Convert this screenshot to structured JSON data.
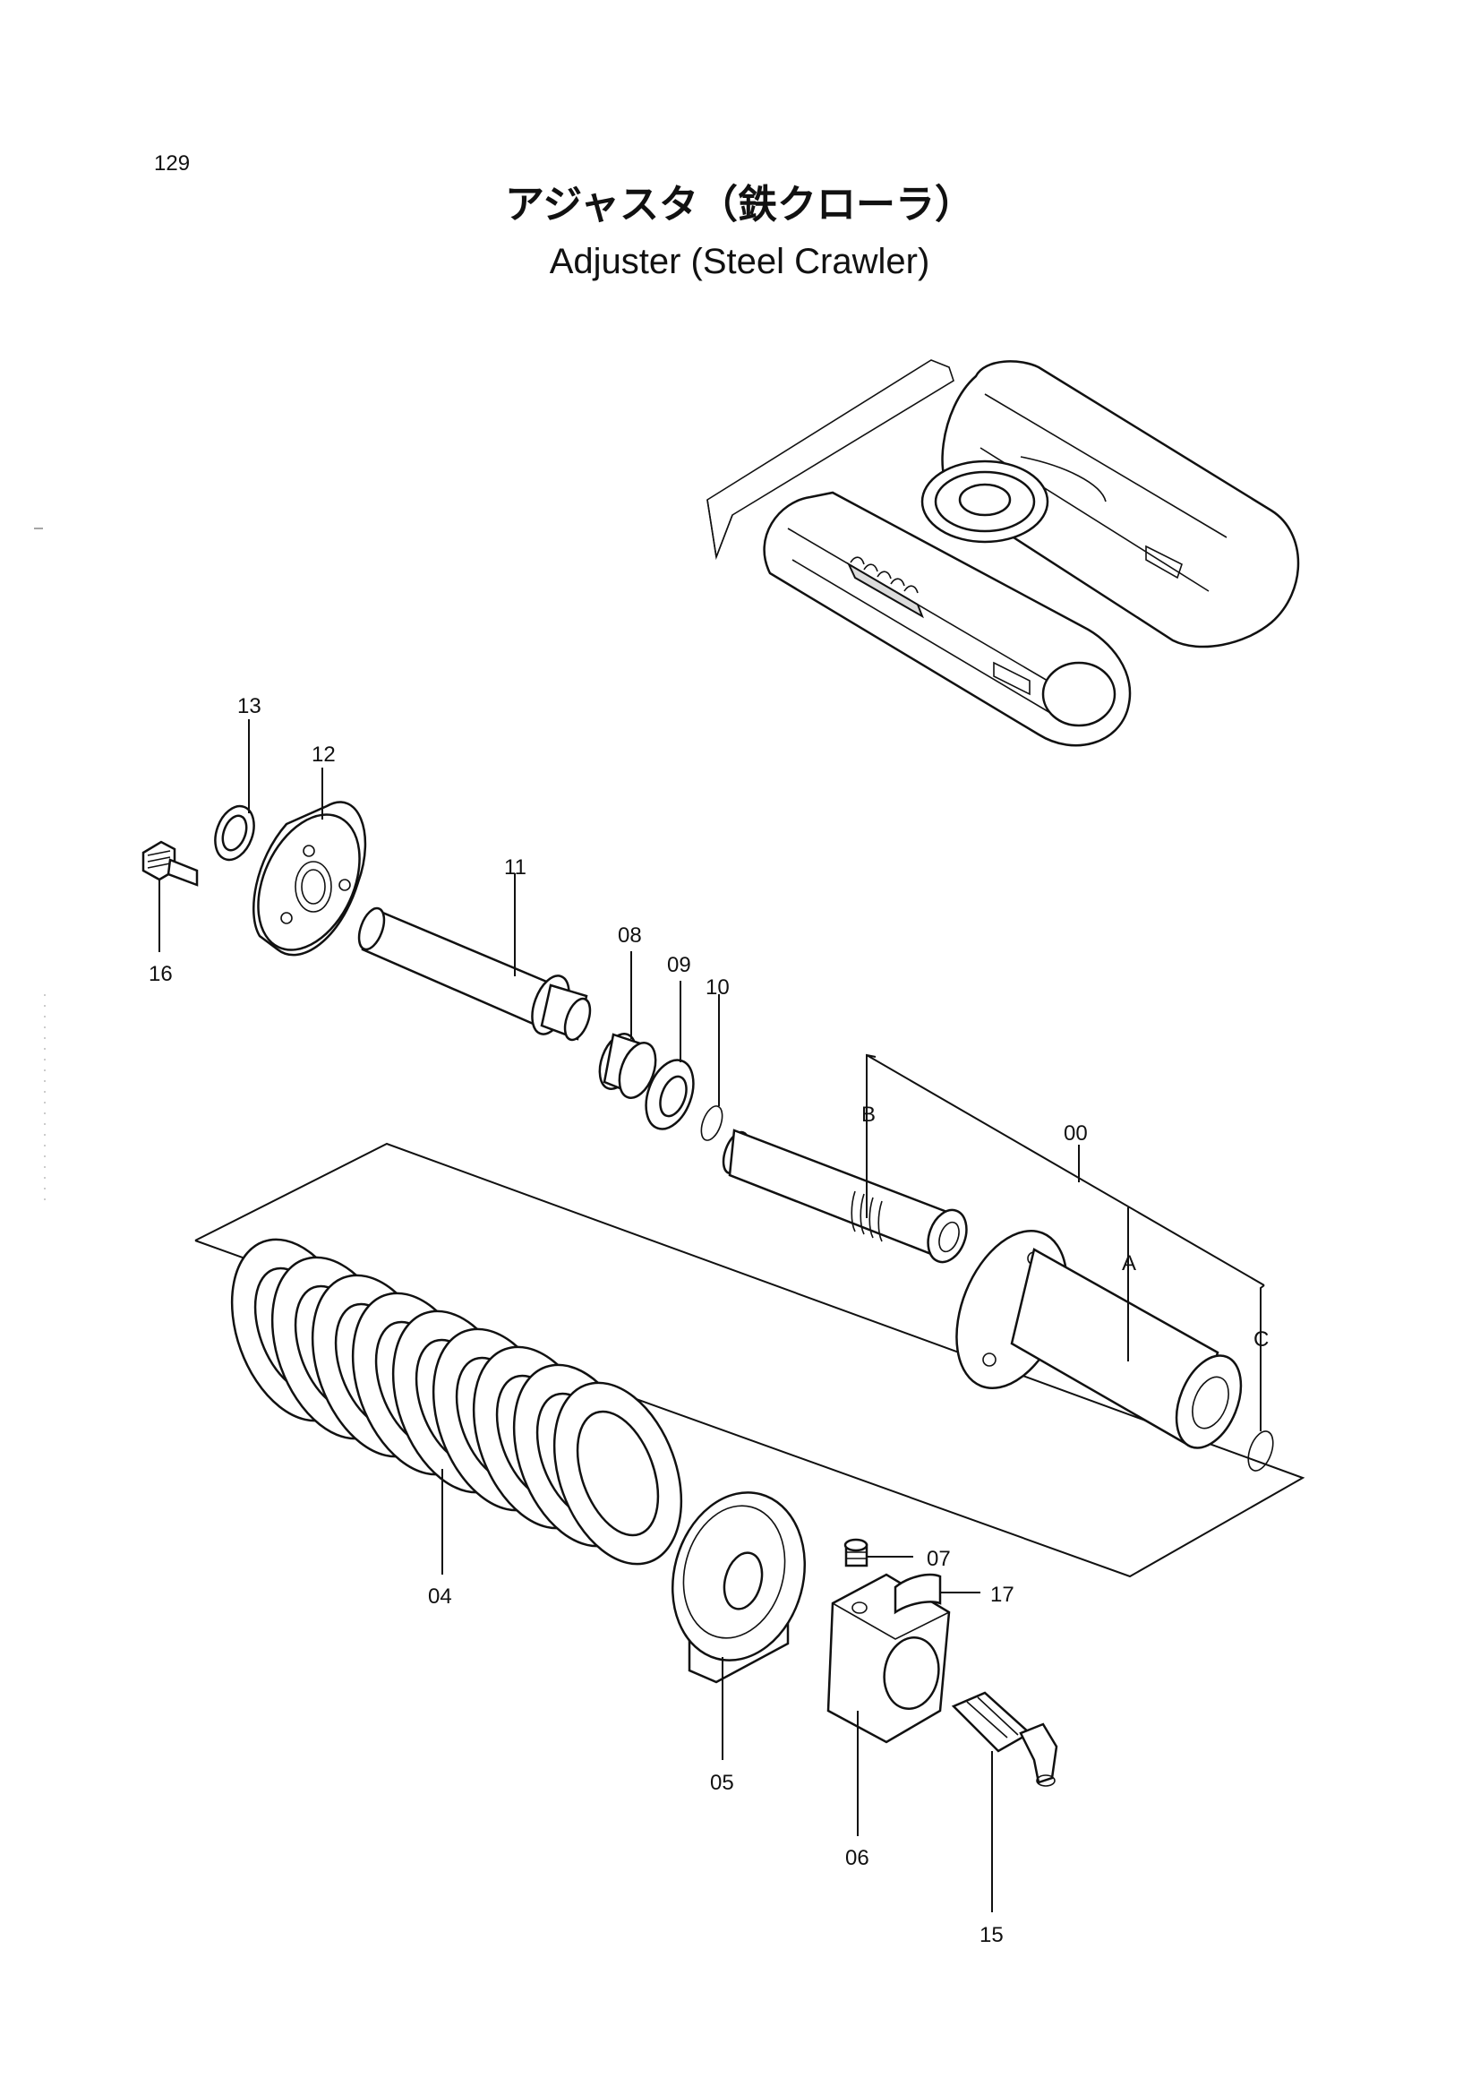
{
  "page_number": "129",
  "title_jp": "アジャスタ（鉄クローラ）",
  "title_en": "Adjuster (Steel Crawler)",
  "callouts": {
    "p00": "00",
    "p04": "04",
    "p05": "05",
    "p06": "06",
    "p07": "07",
    "p08": "08",
    "p09": "09",
    "p10": "10",
    "p11": "11",
    "p12": "12",
    "p13": "13",
    "p15": "15",
    "p16": "16",
    "p17": "17"
  },
  "group_letters": {
    "a": "A",
    "b": "B",
    "c": "C"
  }
}
